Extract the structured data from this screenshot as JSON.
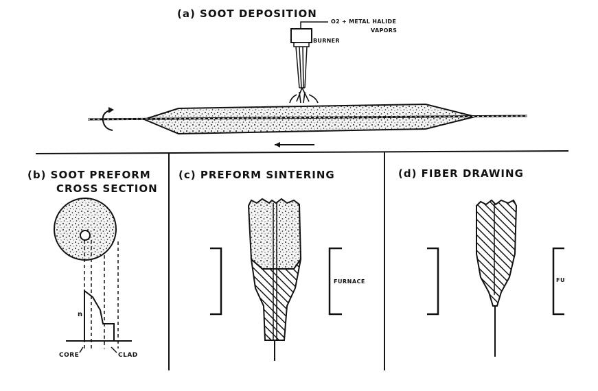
{
  "panel_a": {
    "title": "(a) SOOT DEPOSITION",
    "feed_label": "O2 + METAL HALIDE",
    "feed_label2": "VAPORS",
    "burner_label": "BURNER"
  },
  "panel_b": {
    "title_line1": "(b) SOOT PREFORM",
    "title_line2": "CROSS SECTION",
    "axis_label": "n",
    "core_label": "CORE",
    "clad_label": "CLAD"
  },
  "panel_c": {
    "title": "(c) PREFORM SINTERING",
    "furnace_label": "FURNACE"
  },
  "panel_d": {
    "title": "(d) FIBER DRAWING",
    "furnace_label": "FU"
  }
}
